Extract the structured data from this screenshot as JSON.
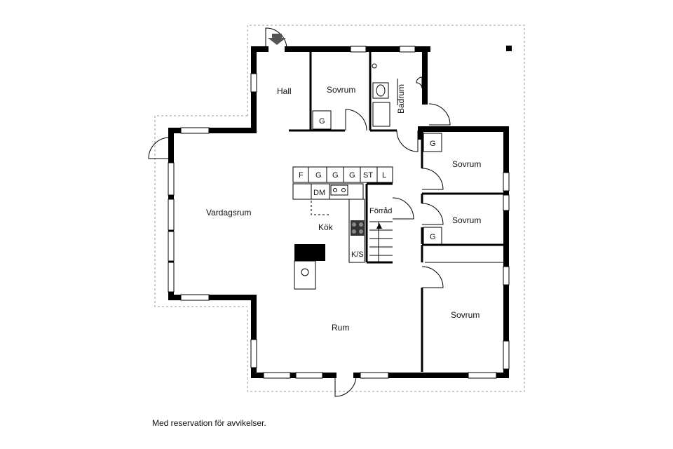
{
  "plan": {
    "rooms": {
      "hall": "Hall",
      "sovrum_top": "Sovrum",
      "badrum": "Badrum",
      "vardagsrum": "Vardagsrum",
      "kok": "Kök",
      "forrad": "Förråd",
      "sovrum_right_1": "Sovrum",
      "sovrum_right_2": "Sovrum",
      "sovrum_right_3": "Sovrum",
      "rum": "Rum"
    },
    "appliances": {
      "f": "F",
      "g1": "G",
      "g2": "G",
      "g3": "G",
      "st": "ST",
      "l": "L",
      "dm": "DM",
      "ks": "K/S"
    },
    "wardrobes": {
      "hall_sovrum": "G",
      "right_1": "G",
      "right_2": "G"
    }
  },
  "footer": {
    "note": "Med reservation för avvikelser."
  }
}
